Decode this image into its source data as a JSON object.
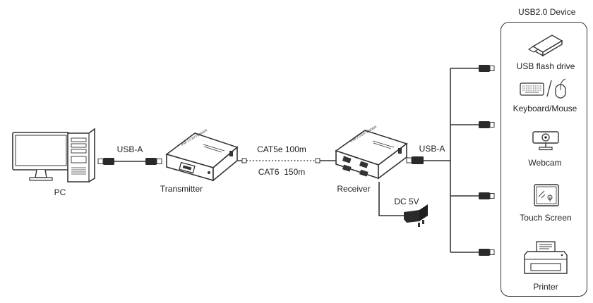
{
  "labels": {
    "device_group_title": "USB2.0 Device",
    "pc": "PC",
    "usb_a_left": "USB-A",
    "transmitter": "Transmitter",
    "cable_cat5e": "CAT5e 100m",
    "cable_cat6": "CAT6  150m",
    "receiver": "Receiver",
    "usb_a_right": "USB-A",
    "power": "DC 5V"
  },
  "transmitter_tag": "USB 2.0 EXTENDER",
  "receiver_tag": "USB 2.0 EXTENDER",
  "devices": [
    {
      "label": "USB flash drive",
      "icon": "usb-flash-drive-icon"
    },
    {
      "label": "Keyboard/Mouse",
      "icon": "keyboard-mouse-icon"
    },
    {
      "label": "Webcam",
      "icon": "webcam-icon"
    },
    {
      "label": "Touch Screen",
      "icon": "touch-screen-icon"
    },
    {
      "label": "Printer",
      "icon": "printer-icon"
    }
  ],
  "colors": {
    "line": "#333333",
    "device_fill": "#ffffff",
    "device_dark": "#2a2a2a"
  }
}
